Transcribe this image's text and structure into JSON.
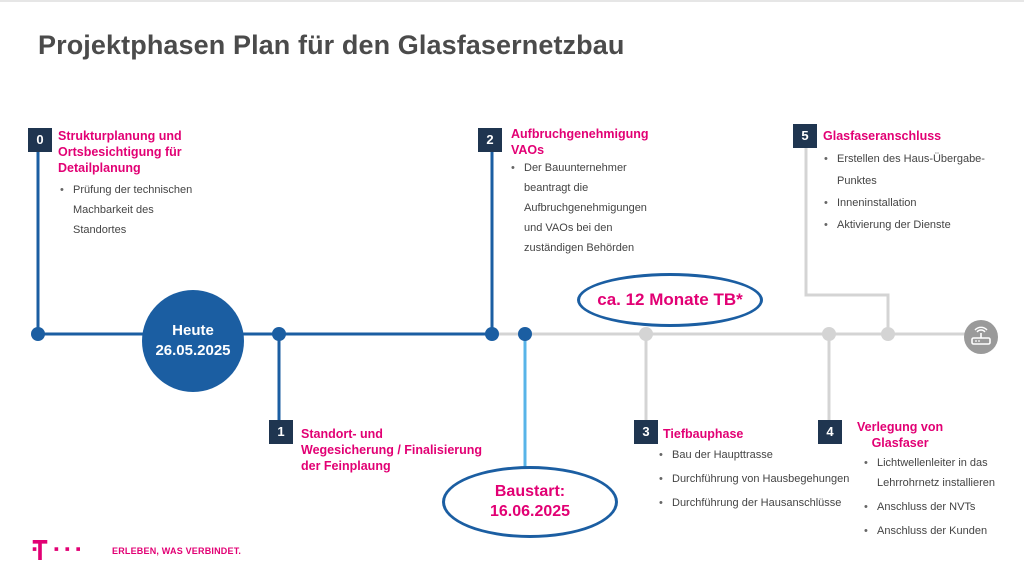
{
  "title": "Projektphasen Plan für den Glasfasernetzbau",
  "colors": {
    "magenta": "#e20074",
    "blue": "#1b5ea2",
    "light_blue": "#58b4e8",
    "grey_line": "#d0d0d0",
    "badge": "#1f3550"
  },
  "today": {
    "label": "Heute",
    "date": "26.05.2025"
  },
  "duration_label": "ca. 12 Monate TB*",
  "baustart": {
    "label": "Baustart:",
    "date": "16.06.2025"
  },
  "phases": [
    {
      "number": "0",
      "title_lines": [
        "Strukturplanung und",
        "Ortsbesichtigung für",
        "Detailplanung"
      ],
      "bullets": [
        "Prüfung der technischen",
        "Machbarkeit des",
        "Standortes"
      ]
    },
    {
      "number": "1",
      "title_lines": [
        "Standort- und",
        "Wegesicherung / Finalisierung",
        "der Feinplaung"
      ],
      "bullets": []
    },
    {
      "number": "2",
      "title_lines": [
        "Aufbruchgenehmigung",
        "VAOs"
      ],
      "bullets": [
        "Der Bauunternehmer",
        "beantragt die",
        "Aufbruchgenehmigungen",
        "und VAOs bei den",
        "zuständigen Behörden"
      ]
    },
    {
      "number": "3",
      "title_lines": [
        "Tiefbauphase"
      ],
      "bullets": [
        "Bau der Haupttrasse",
        "Durchführung von Hausbegehungen",
        "Durchführung der Hausanschlüsse"
      ]
    },
    {
      "number": "4",
      "title_lines": [
        "Verlegung von",
        "Glasfaser"
      ],
      "bullets": [
        "Lichtwellenleiter in das",
        "Lehrrohrnetz installieren",
        "Anschluss der NVTs",
        "Anschluss der Kunden"
      ]
    },
    {
      "number": "5",
      "title_lines": [
        "Glasfaseranschluss"
      ],
      "bullets": [
        "Erstellen des Haus-Übergabe-Punktes",
        "Inneninstallation",
        "Aktivierung der Dienste"
      ]
    }
  ],
  "footer": {
    "slogan": "ERLEBEN, WAS VERBINDET."
  }
}
